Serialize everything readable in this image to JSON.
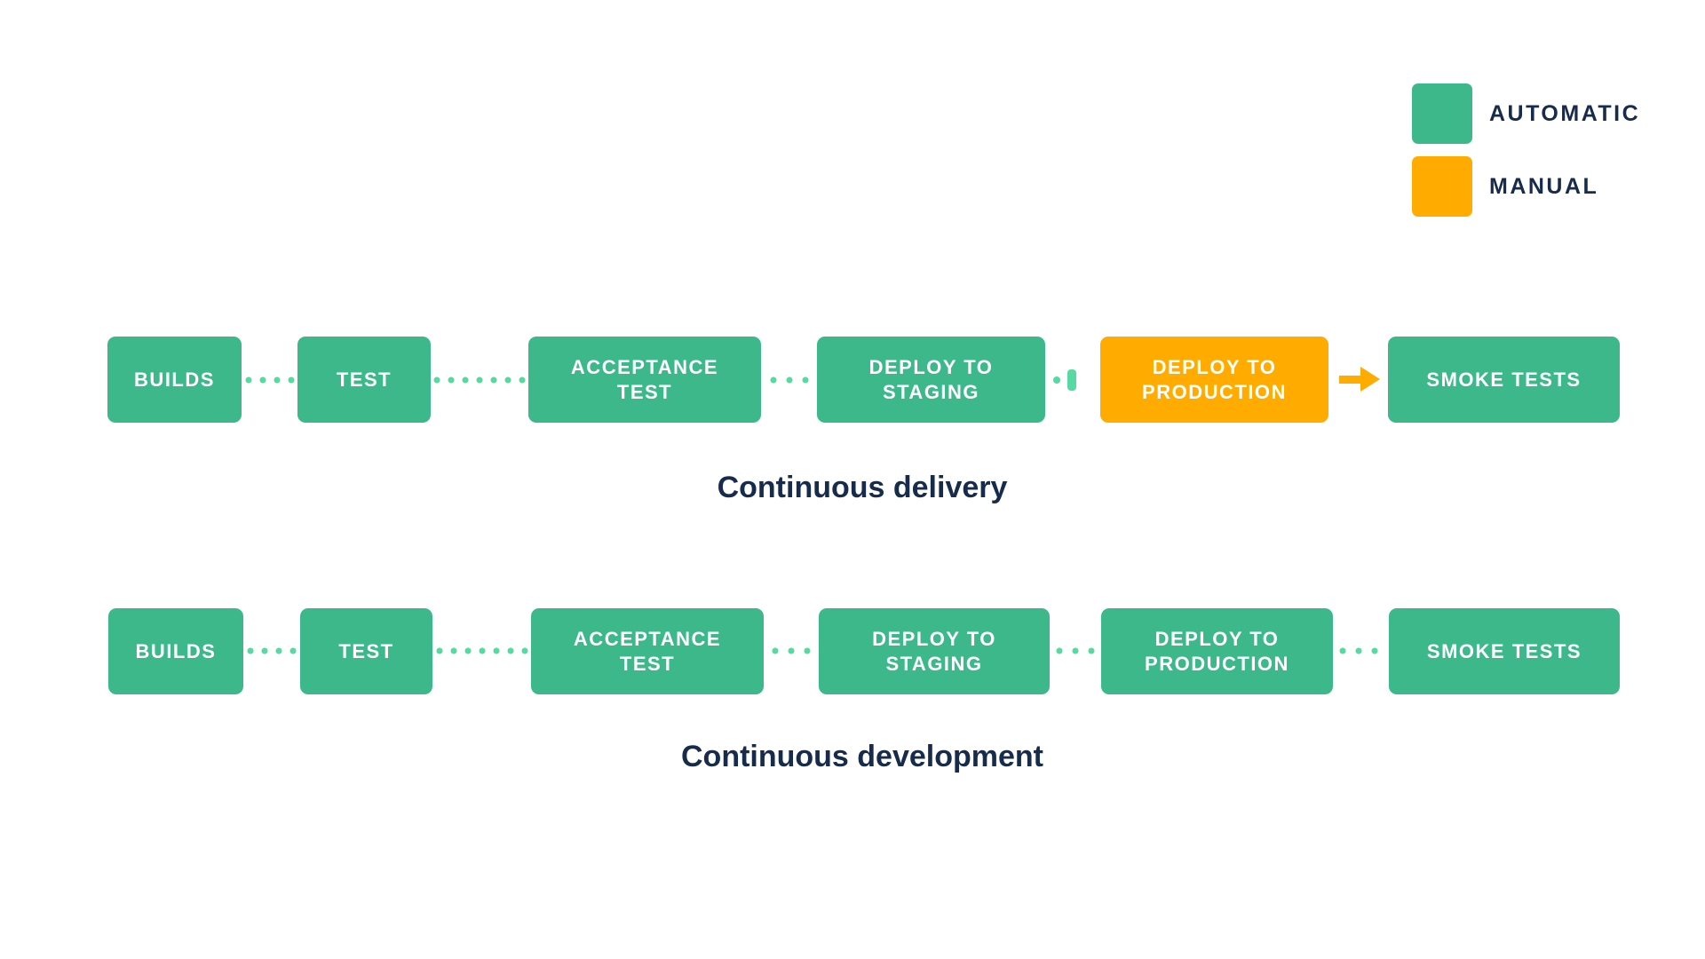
{
  "colors": {
    "automatic_green": "#3DB88A",
    "manual_orange": "#FFAB00",
    "connector_green": "#57D9A3",
    "text_navy": "#172B4D",
    "step_text": "#FFFFFF",
    "background": "#FFFFFF"
  },
  "legend": {
    "items": [
      {
        "label": "AUTOMATIC",
        "type": "automatic",
        "color": "#3DB88A"
      },
      {
        "label": "MANUAL",
        "type": "manual",
        "color": "#FFAB00"
      }
    ]
  },
  "pipelines": [
    {
      "caption": "Continuous delivery",
      "steps": [
        {
          "label": "BUILDS",
          "type": "automatic"
        },
        {
          "label": "TEST",
          "type": "automatic"
        },
        {
          "label": "ACCEPTANCE TEST",
          "type": "automatic"
        },
        {
          "label": "DEPLOY TO STAGING",
          "type": "automatic"
        },
        {
          "label": "DEPLOY TO PRODUCTION",
          "type": "manual"
        },
        {
          "label": "SMOKE TESTS",
          "type": "automatic"
        }
      ],
      "connectors": [
        {
          "from": "BUILDS",
          "to": "TEST",
          "style": "dotted",
          "dots": 4
        },
        {
          "from": "TEST",
          "to": "ACCEPTANCE TEST",
          "style": "dotted",
          "dots": 7
        },
        {
          "from": "ACCEPTANCE TEST",
          "to": "DEPLOY TO STAGING",
          "style": "dotted",
          "dots": 3
        },
        {
          "from": "DEPLOY TO STAGING",
          "to": "DEPLOY TO PRODUCTION",
          "style": "dot-and-gate-bar"
        },
        {
          "from": "DEPLOY TO PRODUCTION",
          "to": "SMOKE TESTS",
          "style": "orange-arrow"
        }
      ]
    },
    {
      "caption": "Continuous development",
      "steps": [
        {
          "label": "BUILDS",
          "type": "automatic"
        },
        {
          "label": "TEST",
          "type": "automatic"
        },
        {
          "label": "ACCEPTANCE TEST",
          "type": "automatic"
        },
        {
          "label": "DEPLOY TO STAGING",
          "type": "automatic"
        },
        {
          "label": "DEPLOY TO PRODUCTION",
          "type": "automatic"
        },
        {
          "label": "SMOKE TESTS",
          "type": "automatic"
        }
      ],
      "connectors": [
        {
          "from": "BUILDS",
          "to": "TEST",
          "style": "dotted",
          "dots": 4
        },
        {
          "from": "TEST",
          "to": "ACCEPTANCE TEST",
          "style": "dotted",
          "dots": 7
        },
        {
          "from": "ACCEPTANCE TEST",
          "to": "DEPLOY TO STAGING",
          "style": "dotted",
          "dots": 3
        },
        {
          "from": "DEPLOY TO STAGING",
          "to": "DEPLOY TO PRODUCTION",
          "style": "dotted",
          "dots": 3
        },
        {
          "from": "DEPLOY TO PRODUCTION",
          "to": "SMOKE TESTS",
          "style": "dotted",
          "dots": 3
        }
      ]
    }
  ]
}
